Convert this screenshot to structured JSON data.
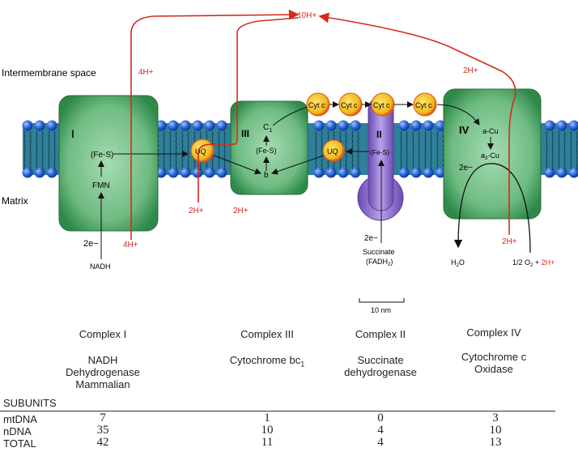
{
  "diagram": {
    "labels": {
      "intermembrane": "Intermembrane space",
      "matrix": "Matrix",
      "total_protons": "10H+",
      "scale_bar": "10 nm"
    },
    "complex_I": {
      "numeral": "I",
      "fes": "(Fe-S)",
      "fmn": "FMN",
      "electrons": "2e−",
      "donor": "NADH",
      "protons_in": "4H+",
      "protons_out": "4H+"
    },
    "ubiquinone": {
      "label": "UQ",
      "protons_in": "2H+"
    },
    "complex_III": {
      "numeral": "III",
      "c1": "C",
      "c1_sub": "1",
      "fes": "(Fe-S)",
      "b": "b",
      "protons_in": "2H+"
    },
    "cytochrome_c": [
      "Cyt c",
      "Cyt c",
      "Cyt c",
      "Cyt c"
    ],
    "complex_II": {
      "numeral": "II",
      "fes": "(Fe-S)",
      "uq": "UQ",
      "electrons": "2e−",
      "donor": "Succinate",
      "donor2": "(FADH",
      "donor2_sub": "2",
      "donor2_end": ")"
    },
    "complex_IV": {
      "numeral": "IV",
      "acu": "a-Cu",
      "a3cu": "a",
      "a3cu_sub": "3",
      "a3cu_end": "-Cu",
      "electrons": "2e−",
      "water": "H",
      "water_sub": "2",
      "water_end": "O",
      "oxygen": "1/2 O",
      "oxygen_sub": "2",
      "oxygen_plus": " + ",
      "oxygen_protons": "2H+",
      "protons_in": "2H+",
      "protons_out": "2H+"
    },
    "colors": {
      "complex": "#3f9a5a",
      "complex_light": "#8fd1a3",
      "complex_II": "#8a6cc8",
      "membrane": "#2f7f99",
      "bead": "#2a64d8",
      "carrier": "#f2b81c",
      "carrier_edge": "#e0561a",
      "proton_path": "#d42a1a"
    }
  },
  "table": {
    "subunits_label": "SUBUNITS",
    "columns": [
      {
        "header": "Complex I",
        "name": [
          "NADH",
          "Dehydrogenase",
          "Mammalian"
        ],
        "mtDNA": "7",
        "nDNA": "35",
        "total": "42"
      },
      {
        "header": "Complex III",
        "name": [
          "Cytochrome bc",
          "1"
        ],
        "mtDNA": "1",
        "nDNA": "10",
        "total": "11"
      },
      {
        "header": "Complex II",
        "name": [
          "Succinate",
          "dehydrogenase"
        ],
        "mtDNA": "0",
        "nDNA": "4",
        "total": "4"
      },
      {
        "header": "Complex IV",
        "name": [
          "Cytochrome c",
          "Oxidase"
        ],
        "mtDNA": "3",
        "nDNA": "10",
        "total": "13"
      }
    ],
    "rows": [
      "mtDNA",
      "nDNA",
      "TOTAL"
    ]
  }
}
